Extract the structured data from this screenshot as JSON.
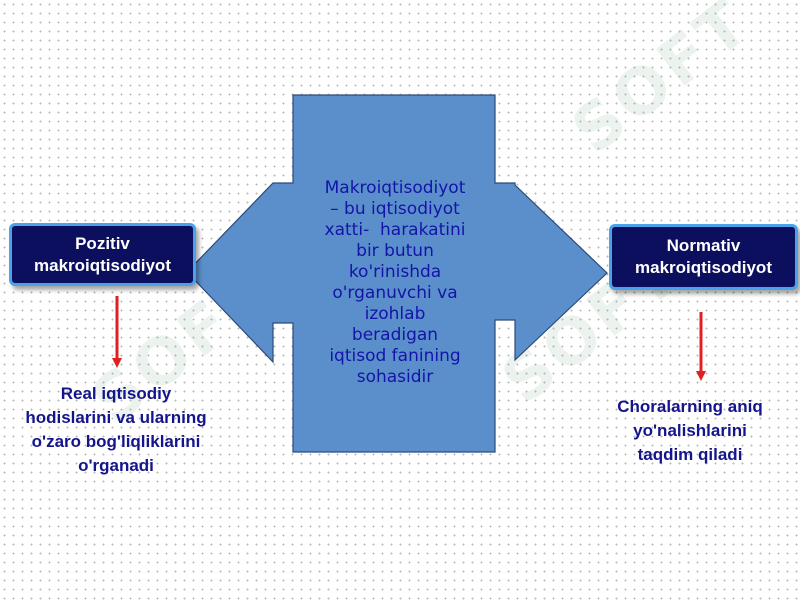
{
  "center": {
    "lines": [
      "Makroiqtisodiyot",
      "– bu iqtisodiyot",
      "xatti-  harakatini",
      "bir butun",
      "ko'rinishda",
      "o'rganuvchi va",
      "izohlab",
      "beradigan",
      "iqtisod fanining",
      "sohasidir"
    ]
  },
  "left": {
    "title_lines": [
      "Pozitiv",
      "makroiqtisodiyot"
    ],
    "description_lines": [
      "Real iqtisodiy",
      "hodislarini va ularning",
      "o'zaro bog'liqliklarini",
      "o'rganadi"
    ]
  },
  "right": {
    "title_lines": [
      "Normativ",
      "makroiqtisodiyot"
    ],
    "description_lines": [
      "Choralarning aniq",
      "yo'nalishlarini",
      "taqdim qiladi"
    ]
  },
  "colors": {
    "shape_fill": "#5b8fcb",
    "shape_stroke": "#2c4a78",
    "box_fill": "#0b0f5e",
    "box_border": "#4aa3ea",
    "center_text": "#1414a8",
    "desc_text": "#14148c",
    "arrow": "#e02020"
  }
}
